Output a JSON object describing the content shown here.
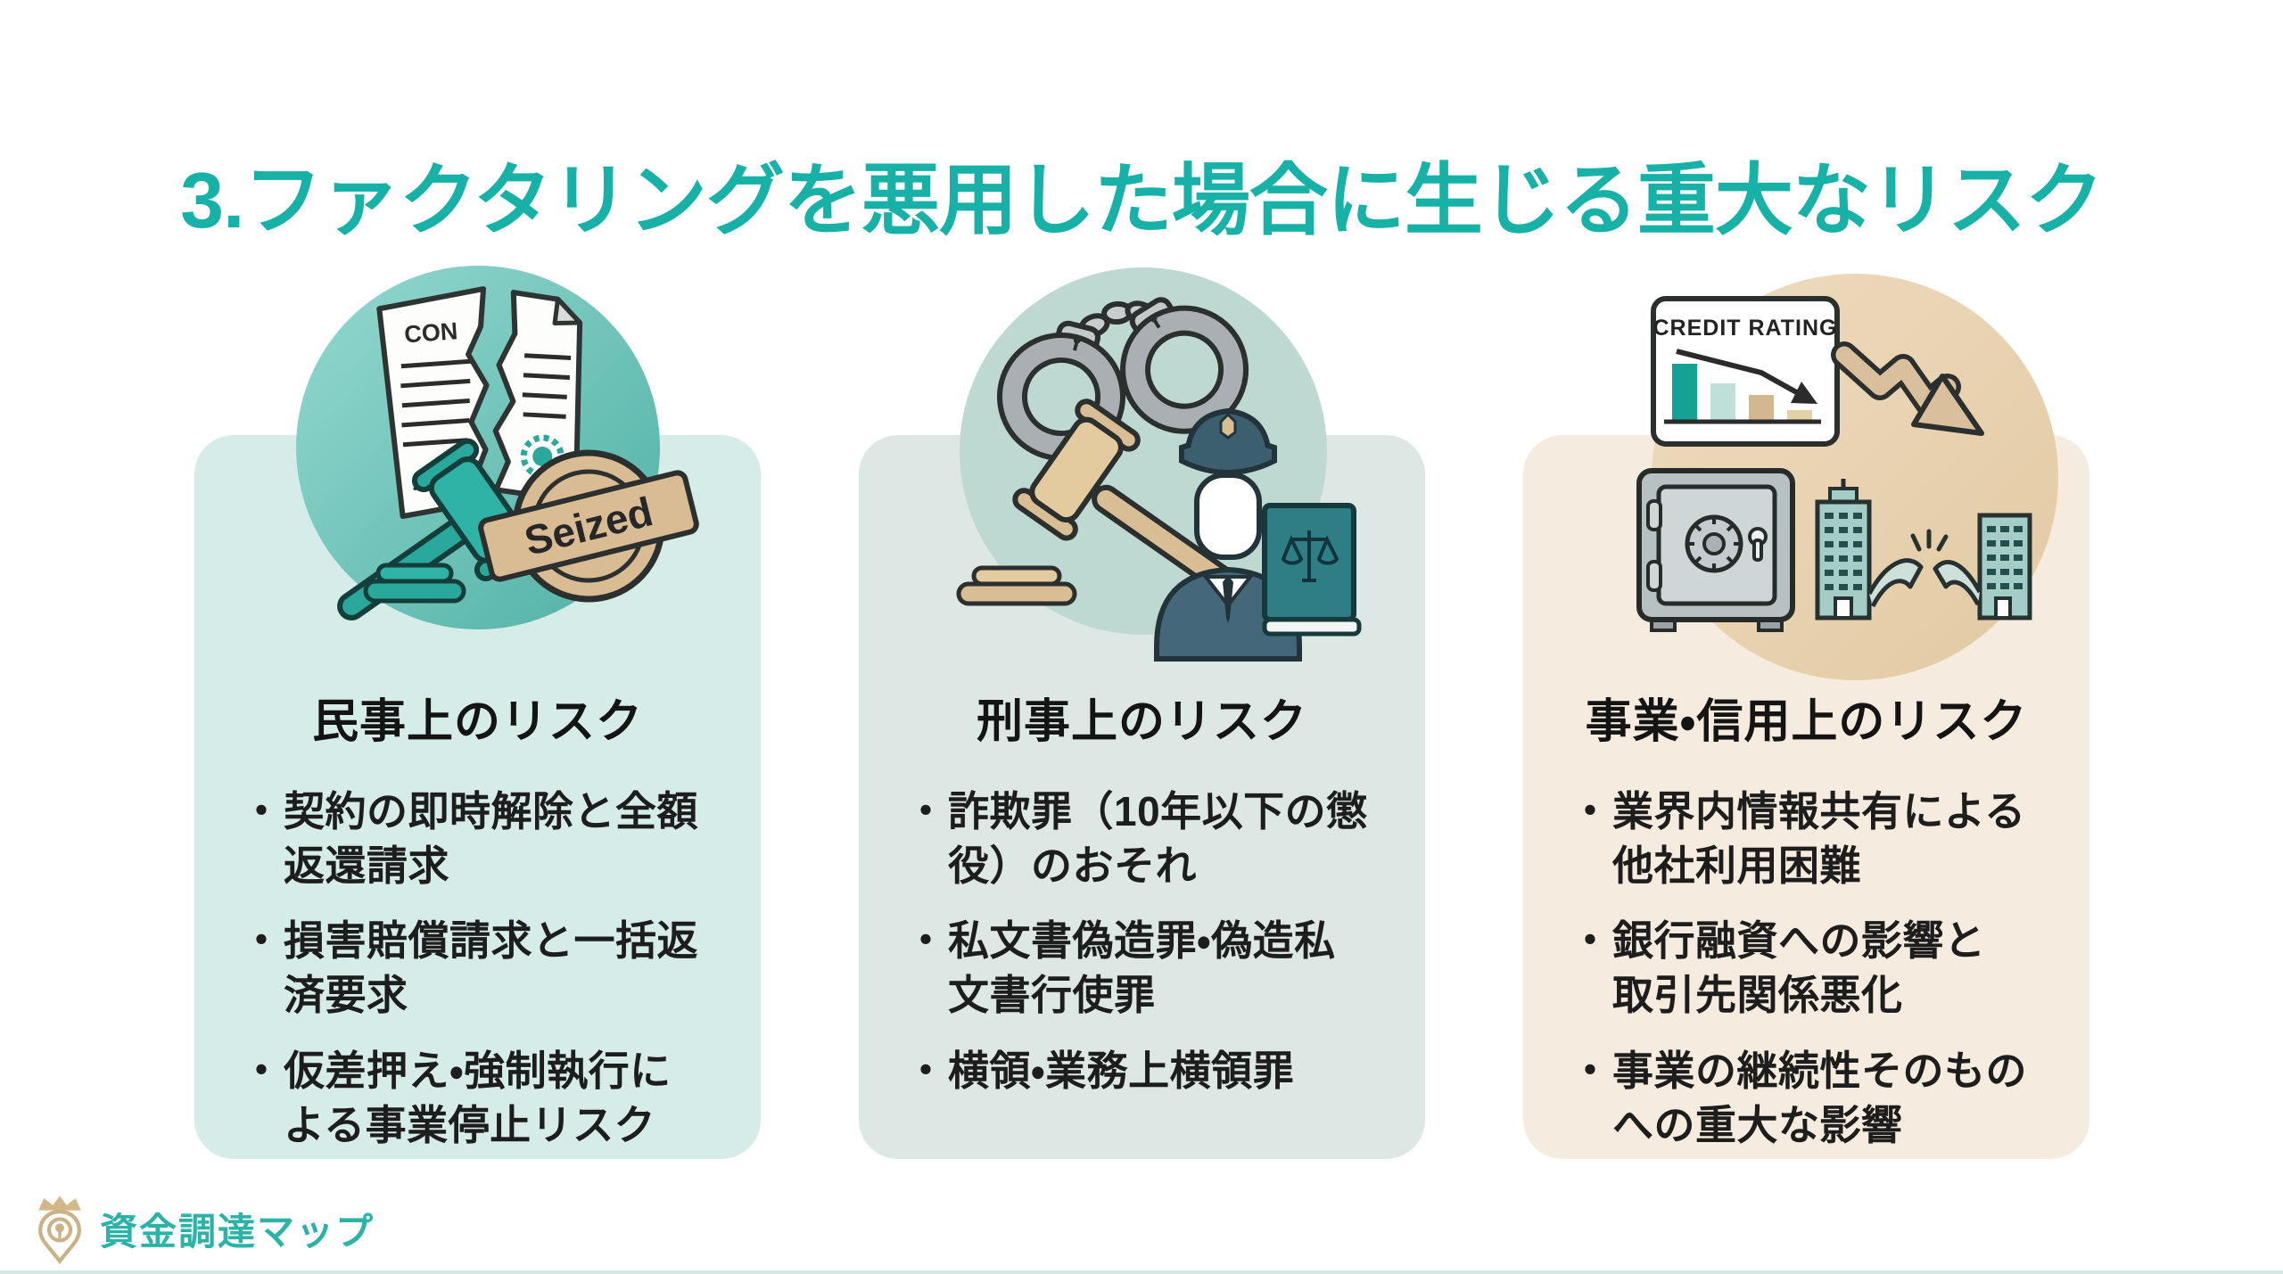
{
  "title": "3.ファクタリングを悪用した場合に生じる重大なリスク",
  "bullet_char": "・",
  "colors": {
    "accent_teal": "#17b1a7",
    "card1_bg": "#d6ece8",
    "card2_bg": "#dde8e4",
    "card3_bg": "#f5ecdf",
    "circle1_teal": "#52b1a6",
    "circle2_sage": "#bdd9d1",
    "circle3_tan": "#e2c9a2",
    "text_dark": "#1d1d1d",
    "stamp_tan": "#d9bc93",
    "logo_teal": "#2bb3a8",
    "logo_gold": "#cbb184"
  },
  "cards": [
    {
      "heading": "民事上のリスク",
      "bullets": [
        "契約の即時解除と全額\n返還請求",
        "損害賠償請求と一括返\n済要求",
        "仮差押え・強制執行に\nよる事業停止リスク"
      ],
      "icon_labels": {
        "contract": "CON",
        "stamp": "Seized"
      }
    },
    {
      "heading": "刑事上のリスク",
      "bullets": [
        "詐欺罪（10年以下の懲\n役）のおそれ",
        "私文書偽造罪・偽造私\n文書行使罪",
        "横領・業務上横領罪"
      ]
    },
    {
      "heading": "事業・信用上のリスク",
      "bullets": [
        "業界内情報共有による\n他社利用困難",
        "銀行融資への影響と\n取引先関係悪化",
        "事業の継続性そのもの\nへの重大な影響"
      ],
      "icon_labels": {
        "rating": "CREDIT RATING"
      }
    }
  ],
  "footer": {
    "logo_text": "資金調達マップ"
  }
}
